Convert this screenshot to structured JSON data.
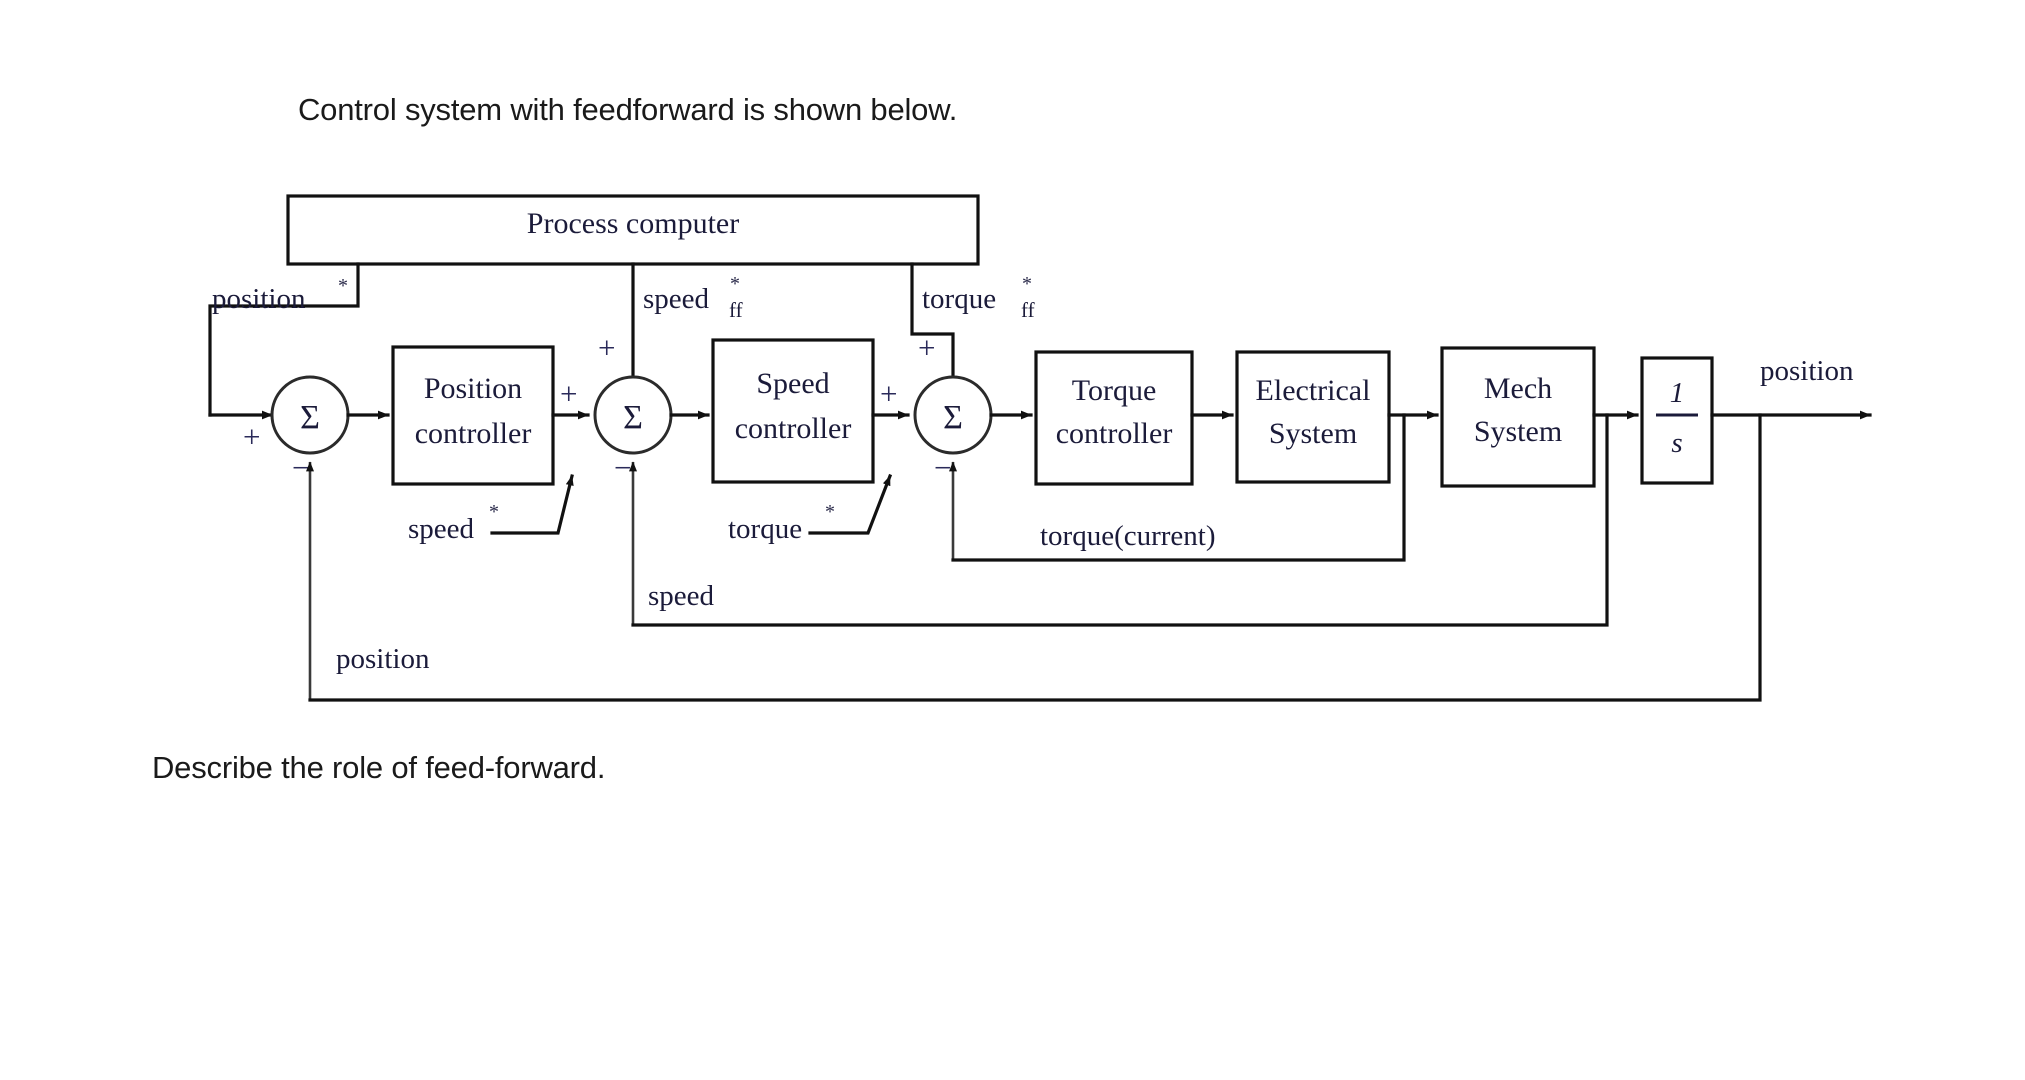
{
  "prose": {
    "intro": "Control system with feedforward is shown below.",
    "question": "Describe the role of feed-forward."
  },
  "diagram": {
    "title": "Control system with feedforward block diagram",
    "process_computer": {
      "label": "Process computer"
    },
    "blocks": [
      {
        "id": "position-controller",
        "line1": "Position",
        "line2": "controller"
      },
      {
        "id": "speed-controller",
        "line1": "Speed",
        "line2": "controller"
      },
      {
        "id": "torque-controller",
        "line1": "Torque",
        "line2": "controller"
      },
      {
        "id": "electrical-system",
        "line1": "Electrical",
        "line2": "System"
      },
      {
        "id": "mech-system",
        "line1": "Mech",
        "line2": "System"
      },
      {
        "id": "integrator",
        "numerator": "1",
        "denominator": "s"
      }
    ],
    "summing_junctions": [
      {
        "id": "position-sum",
        "symbol": "Σ",
        "signs": {
          "left": "+",
          "bottom": "−"
        }
      },
      {
        "id": "speed-sum",
        "symbol": "Σ",
        "signs": {
          "top": "+",
          "left": "+",
          "bottom": "−"
        }
      },
      {
        "id": "torque-sum",
        "symbol": "Σ",
        "signs": {
          "top": "+",
          "left": "+",
          "bottom": "−"
        }
      }
    ],
    "reference_signals": [
      {
        "id": "position-ref",
        "base": "position",
        "sup": "*",
        "sub": ""
      },
      {
        "id": "speed-ff-ref",
        "base": "speed",
        "sup": "*",
        "sub": "ff"
      },
      {
        "id": "torque-ff-ref",
        "base": "torque",
        "sup": "*",
        "sub": "ff"
      }
    ],
    "inner_refs": [
      {
        "id": "speed-ref",
        "base": "speed",
        "sup": "*"
      },
      {
        "id": "torque-ref",
        "base": "torque",
        "sup": "*"
      }
    ],
    "feedback_labels": [
      {
        "id": "torque-current-feedback",
        "text": "torque(current)"
      },
      {
        "id": "speed-feedback",
        "text": "speed"
      },
      {
        "id": "position-feedback",
        "text": "position"
      }
    ],
    "output_label": {
      "id": "position-output",
      "text": "position"
    },
    "colors": {
      "wire": "#111111",
      "text": "#1b1b3a",
      "sign": "#2a2a5a",
      "background": "#ffffff"
    }
  }
}
